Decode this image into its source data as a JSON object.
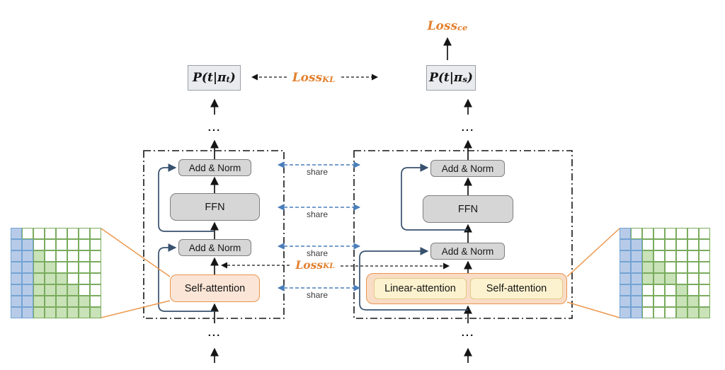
{
  "losses": {
    "ce": {
      "base": "Loss",
      "sub": "ce"
    },
    "kl_top": {
      "base": "Loss",
      "sub": "KL"
    },
    "kl_mid": {
      "base": "Loss",
      "sub": "KL"
    }
  },
  "outputs": {
    "teacher": {
      "pre": "P(t|π",
      "sub": "t",
      "post": ")"
    },
    "student": {
      "pre": "P(t|π",
      "sub": "s",
      "post": ")"
    }
  },
  "teacher_block": {
    "add_norm_top": "Add & Norm",
    "ffn": "FFN",
    "add_norm_bottom": "Add & Norm",
    "attention": "Self-attention"
  },
  "student_block": {
    "add_norm_top": "Add & Norm",
    "ffn": "FFN",
    "add_norm_bottom": "Add & Norm",
    "linear_attention": "Linear-attention",
    "self_attention": "Self-attention"
  },
  "share_labels": [
    "share",
    "share",
    "share",
    "share"
  ],
  "ellipsis": "...",
  "masks": {
    "left": {
      "rows": [
        "BWWWWWWW",
        "BBWWWWWW",
        "BBGWWWWW",
        "BBGGWWWW",
        "BBGGGWWW",
        "BBGGGGWW",
        "BBGGGGGW",
        "BBGGGGGG"
      ]
    },
    "right": {
      "rows": [
        "BWWWWWWW",
        "BBWWWWWW",
        "BBGWWWWW",
        "BBGGWWWW",
        "BBGGGWWW",
        "BBWWWGWW",
        "BBWWWGGW",
        "BBWWWGGG"
      ]
    }
  },
  "colors": {
    "accent_orange": "#e2812f",
    "box_gray_fill": "#d6d6d6",
    "box_gray_border": "#7f7f7f",
    "attention_fill": "#fbe5d6",
    "attention_border": "#e8954f",
    "container_fill": "#f9dcc5",
    "yellow_fill": "#fdf2cf",
    "yellow_border": "#e2cb8a",
    "share_blue": "#4a7ebb",
    "residual_navy": "#37516e",
    "mask_blue_fill": "#b7cbe8",
    "mask_blue_border": "#74a3d4",
    "mask_green_fill": "#c9e2b8",
    "mask_green_border": "#79ab5d",
    "output_fill": "#e9ebee",
    "output_border": "#9aa0a6"
  }
}
